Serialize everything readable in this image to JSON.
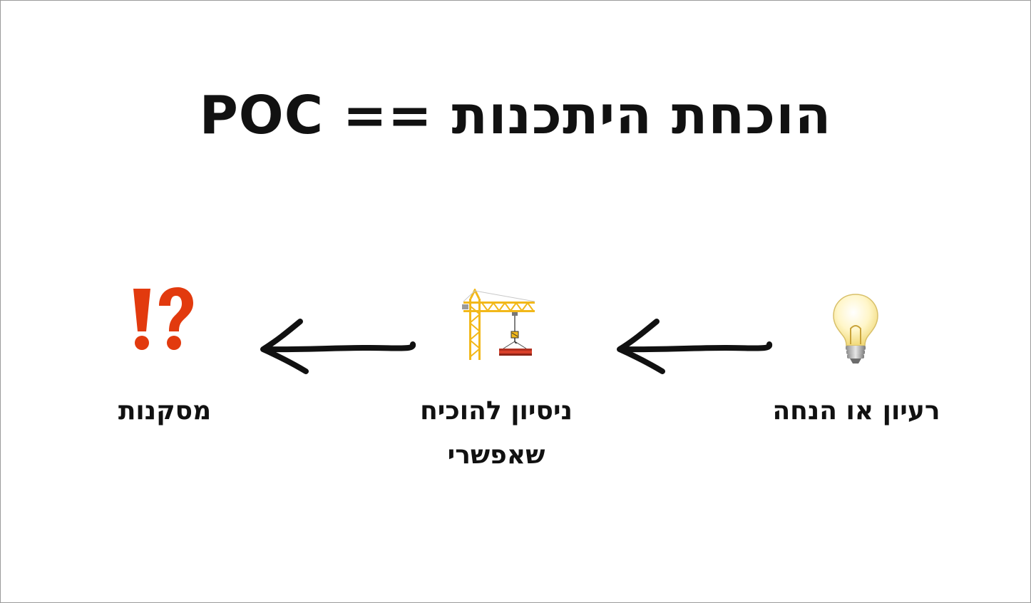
{
  "title": "הוכחת היתכנות == POC",
  "stages": [
    {
      "label": "רעיון או הנחה",
      "icon": "light-bulb-icon"
    },
    {
      "label_line1": "ניסיון להוכיח",
      "label_line2": "שאפשרי",
      "icon": "construction-crane-icon"
    },
    {
      "label": "מסקנות",
      "icon": "exclamation-question-mark-icon"
    }
  ],
  "colors": {
    "text": "#111111",
    "bulb": "#fff3b8",
    "crane": "#f2b81a",
    "beam": "#d9402a",
    "marks": "#e23a0e"
  }
}
